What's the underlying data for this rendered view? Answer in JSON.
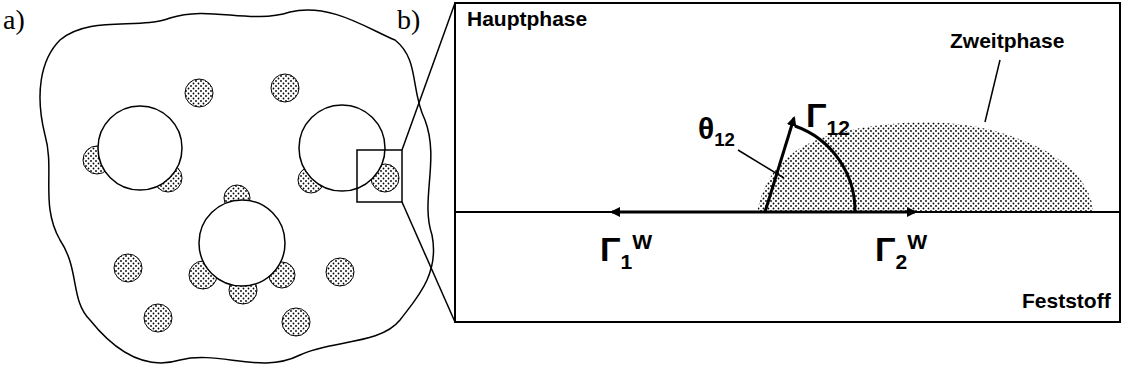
{
  "diagram": {
    "labels": [
      "a)",
      "b)",
      "Hauptphase",
      "Γ12",
      "θ12",
      "Zweitphase",
      "Γ1W",
      "Γ2W",
      "Feststoff"
    ]
  }
}
